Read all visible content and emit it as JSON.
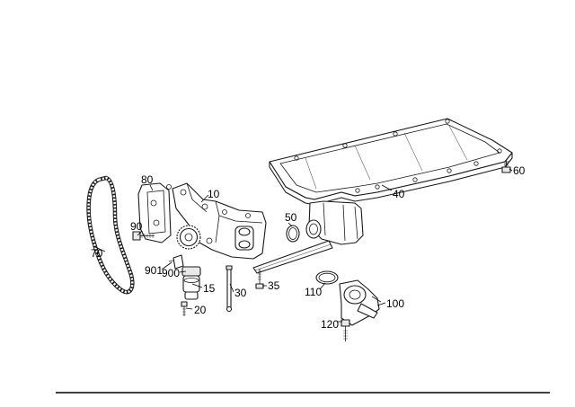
{
  "callouts": [
    {
      "id": "10",
      "text": "10"
    },
    {
      "id": "15",
      "text": "15"
    },
    {
      "id": "20",
      "text": "20"
    },
    {
      "id": "30",
      "text": "30"
    },
    {
      "id": "35",
      "text": "35"
    },
    {
      "id": "40",
      "text": "40"
    },
    {
      "id": "50",
      "text": "50"
    },
    {
      "id": "60",
      "text": "60"
    },
    {
      "id": "70",
      "text": "70"
    },
    {
      "id": "80",
      "text": "80"
    },
    {
      "id": "90",
      "text": "90"
    },
    {
      "id": "100",
      "text": "100"
    },
    {
      "id": "110",
      "text": "110"
    },
    {
      "id": "120",
      "text": "120"
    },
    {
      "id": "900",
      "text": "900"
    },
    {
      "id": "901",
      "text": "901"
    }
  ]
}
